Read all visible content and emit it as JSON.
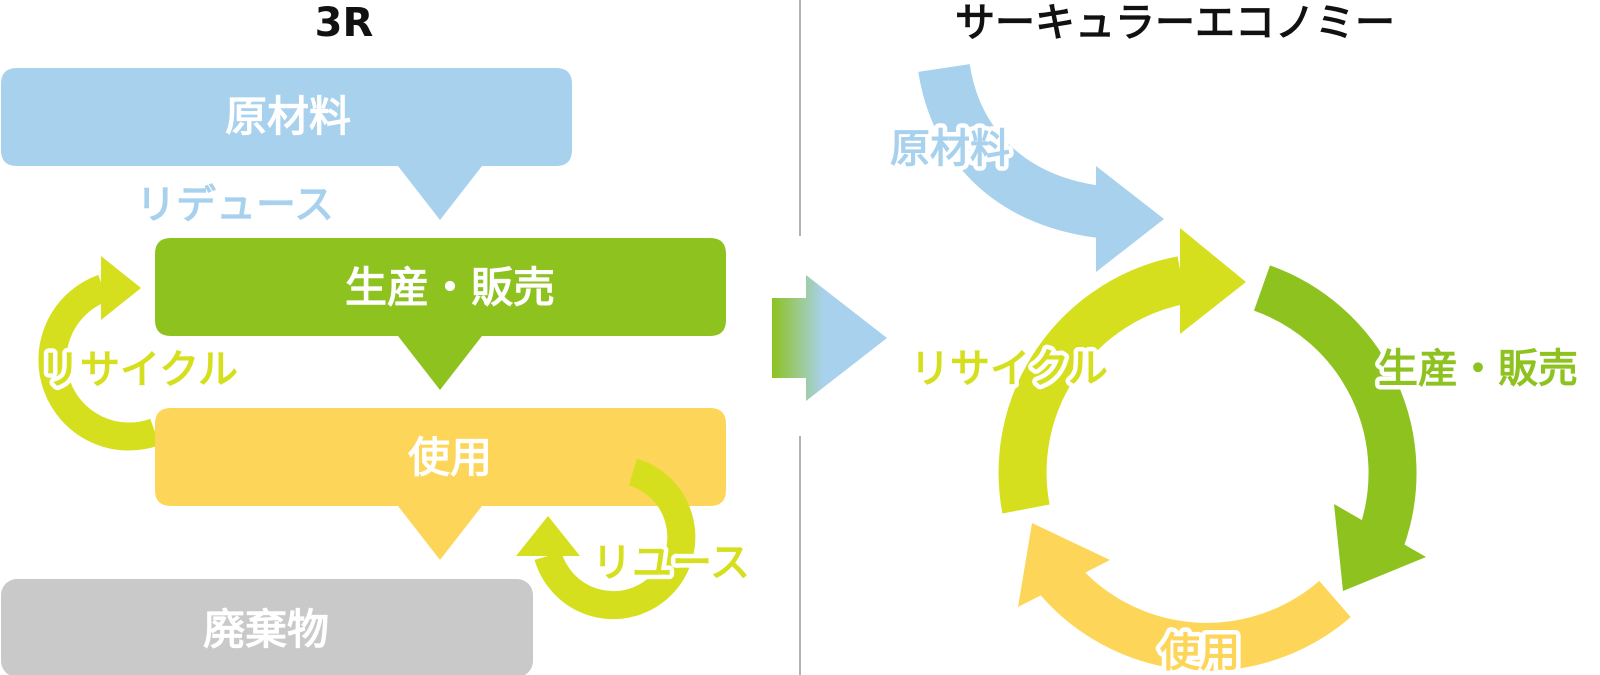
{
  "left_title": "3R",
  "right_title": "サーキュラーエコノミー",
  "left": {
    "raw_material": "原材料",
    "production_sales": "生産・販売",
    "use": "使用",
    "waste": "廃棄物",
    "reduce": "リデュース",
    "recycle": "リサイクル",
    "reuse": "リユース"
  },
  "right": {
    "raw_material": "原材料",
    "production_sales": "生産・販売",
    "use": "使用",
    "recycle": "リサイクル"
  },
  "colors": {
    "raw_material": "#A8D1EE",
    "production_sales": "#8DC21F",
    "use": "#FDD659",
    "waste": "#C9C9C9",
    "recycle": "#D5DF1E",
    "divider": "#999999"
  }
}
